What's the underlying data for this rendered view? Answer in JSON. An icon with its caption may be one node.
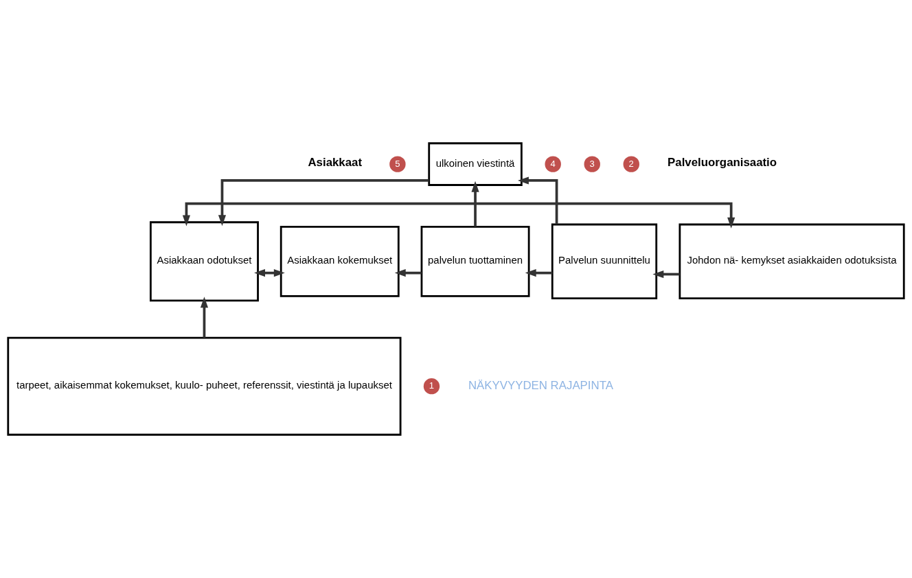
{
  "diagram": {
    "nodes": [
      {
        "text": [
          "ulkoinen viestintä"
        ]
      },
      {
        "text": [
          "4"
        ]
      },
      {
        "text": [
          "5"
        ]
      },
      {
        "text": [
          "3"
        ]
      },
      {
        "text": [
          "2"
        ]
      },
      {
        "text": [
          "Asiakkaan odotukset"
        ]
      },
      {
        "text": [
          "Asiakkaan kokemukset"
        ]
      },
      {
        "text": [
          "palvelun tuottaminen"
        ]
      },
      {
        "text": [
          "Palvelun suunnittelu"
        ]
      },
      {
        "text": [
          "Johdon nä- kemykset asiakkaiden odotuksista"
        ]
      },
      {
        "text": [
          "tarpeet, aikaisemmat kokemukset, kuulo- puheet, referenssit, viestintä ja lupaukset"
        ]
      },
      {
        "text": [
          "1"
        ]
      }
    ],
    "edges": [
      {
        "from": 0,
        "to": 5,
        "arrow": "to"
      },
      {
        "from": 5,
        "to": 6,
        "arrow": "both"
      },
      {
        "from": 7,
        "to": 6,
        "arrow": "to"
      },
      {
        "from": 8,
        "to": 7,
        "arrow": "to"
      },
      {
        "from": 9,
        "to": 8,
        "arrow": "to"
      },
      {
        "from": 7,
        "to": 0,
        "arrow": "to"
      },
      {
        "from": 8,
        "to": 0,
        "arrow": "to"
      },
      {
        "from": 10,
        "to": 5,
        "arrow": "to"
      },
      {
        "from": 5,
        "to": 9,
        "arrow": "both"
      }
    ],
    "labels": [
      "Asiakkaat",
      "Palveluorganisaatio",
      "NÄKYVYYDEN RAJAPINTA"
    ]
  }
}
